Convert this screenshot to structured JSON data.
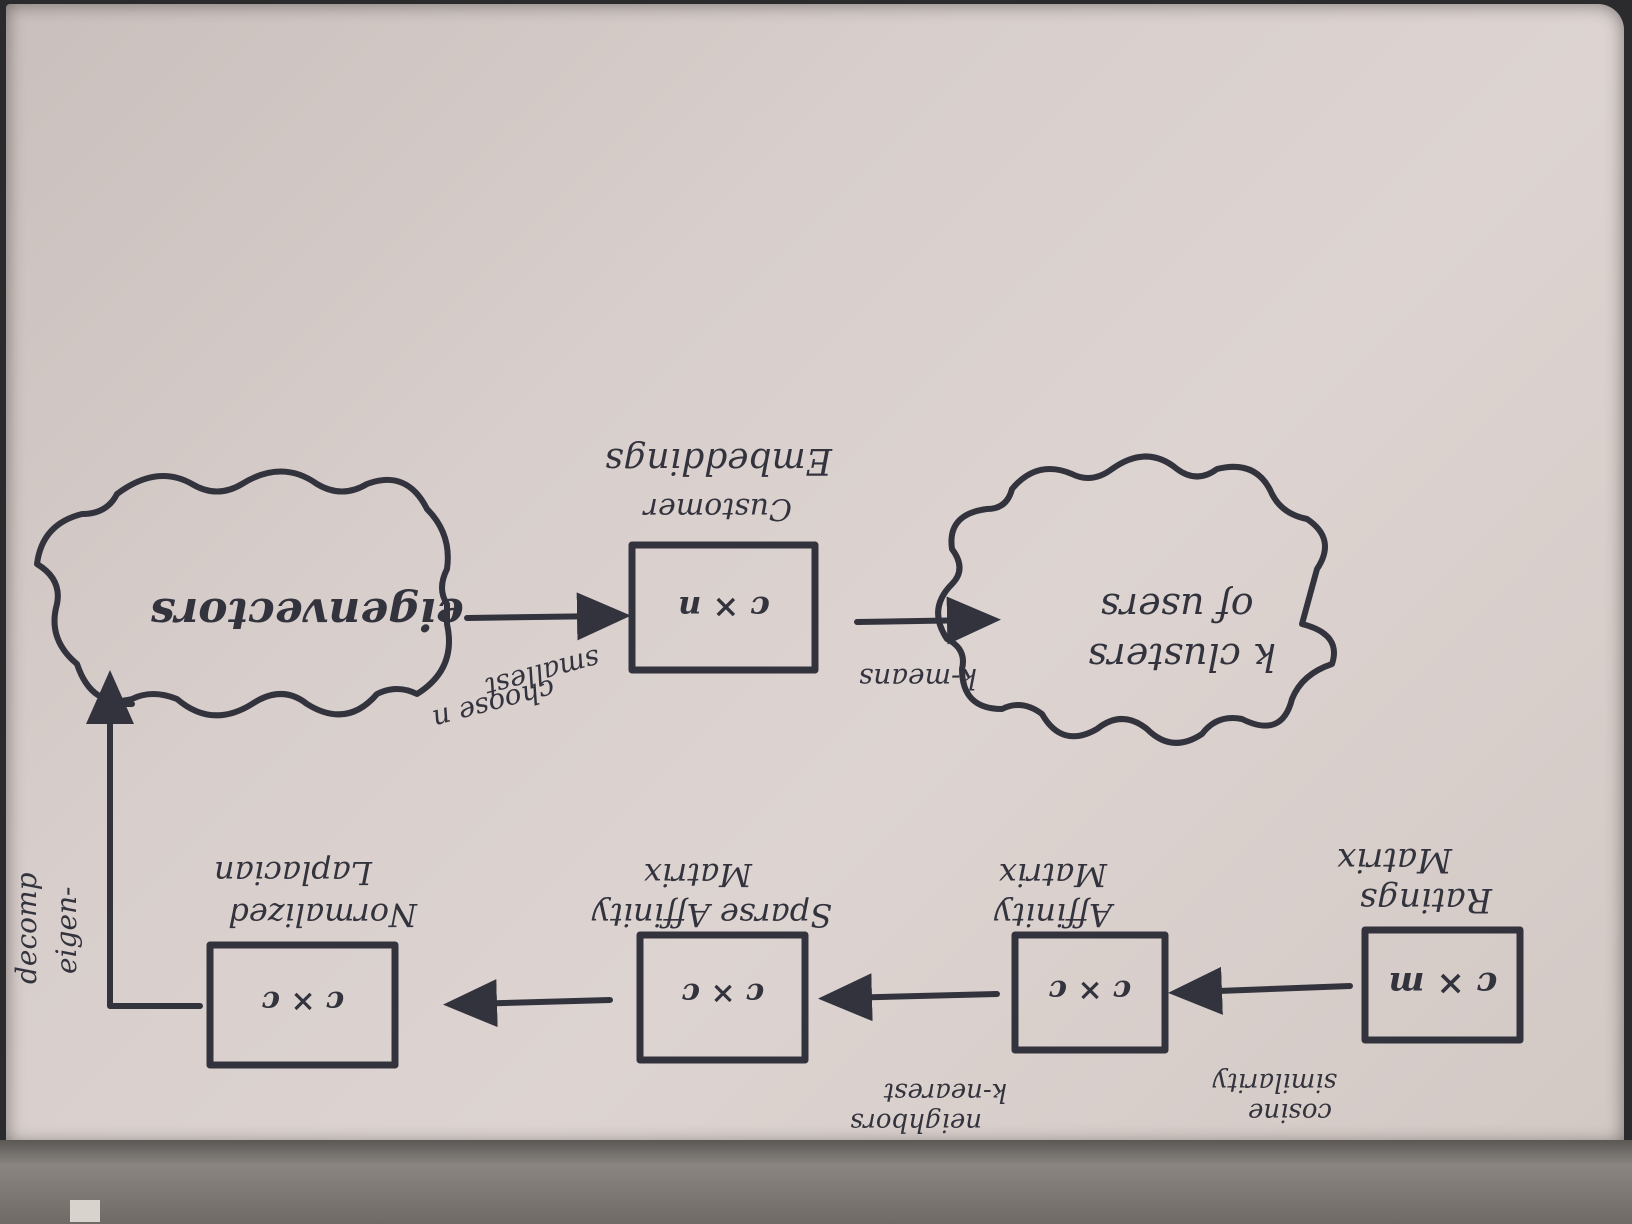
{
  "nodes": {
    "ratings": {
      "box": "c × m",
      "caption": [
        "Ratings",
        "Matrix"
      ]
    },
    "affinity": {
      "box": "c × c",
      "caption": [
        "Affinity",
        "Matrix"
      ]
    },
    "sparse": {
      "box": "c × c",
      "caption": [
        "Sparse Affinity",
        "Matrix"
      ]
    },
    "laplacian": {
      "box": "c × c",
      "caption": [
        "Normalized",
        "Laplacian"
      ]
    },
    "eigenvectors": {
      "label": "eigenvectors"
    },
    "embeddings": {
      "box": "c × n",
      "caption": [
        "Customer",
        "Embeddings"
      ]
    },
    "clusters": {
      "label": [
        "k clusters",
        "of users"
      ]
    }
  },
  "edges": {
    "cosine": [
      "cosine",
      "similarity"
    ],
    "knn": [
      "k-nearest",
      "neighbors"
    ],
    "eigen": [
      "eigen-",
      "decomp"
    ],
    "choose": [
      "choose n",
      "smallest"
    ],
    "kmeans": "k-means"
  },
  "colors": {
    "ink": "#33333e",
    "paper": "#d8cfcc"
  }
}
